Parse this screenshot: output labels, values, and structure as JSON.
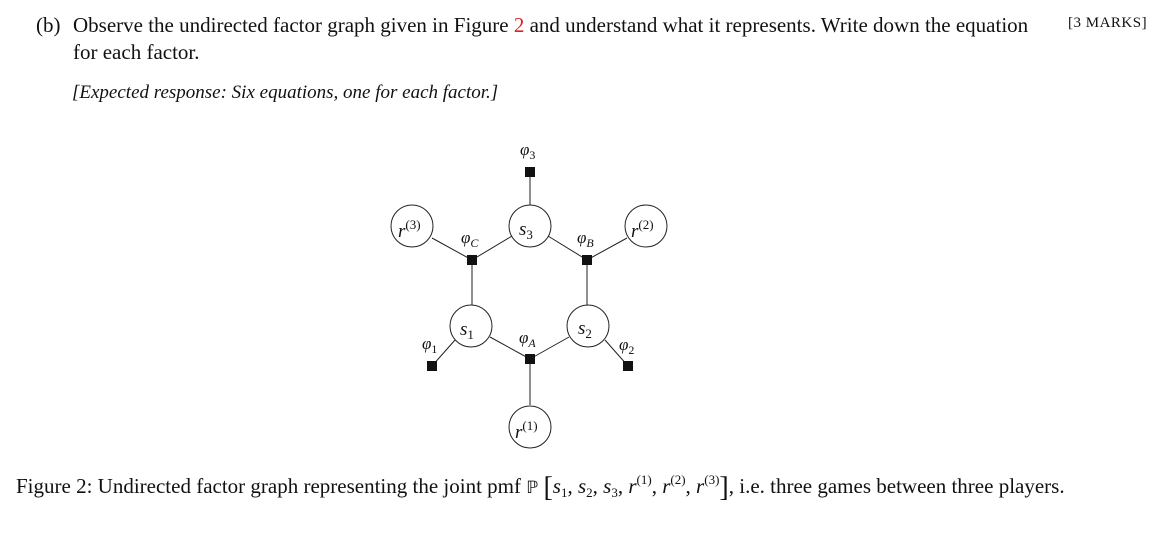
{
  "question": {
    "label": "(b)",
    "text_before": "Observe the undirected factor graph given in Figure ",
    "figure_ref": "2",
    "text_after": " and understand what it represents. Write down the equation for each factor.",
    "marks": "[3 MARKS]",
    "expected": "[Expected response: Six equations, one for each factor.]"
  },
  "graph": {
    "variables": {
      "s1": {
        "base": "s",
        "sub": "1"
      },
      "s2": {
        "base": "s",
        "sub": "2"
      },
      "s3": {
        "base": "s",
        "sub": "3"
      },
      "r1": {
        "base": "r",
        "sup": "(1)"
      },
      "r2": {
        "base": "r",
        "sup": "(2)"
      },
      "r3": {
        "base": "r",
        "sup": "(3)"
      }
    },
    "factors": {
      "f1": {
        "base": "φ",
        "sub": "1"
      },
      "f2": {
        "base": "φ",
        "sub": "2"
      },
      "f3": {
        "base": "φ",
        "sub": "3"
      },
      "fA": {
        "base": "φ",
        "sub": "A"
      },
      "fB": {
        "base": "φ",
        "sub": "B"
      },
      "fC": {
        "base": "φ",
        "sub": "C"
      }
    }
  },
  "caption": {
    "prefix": "Figure 2: Undirected factor graph representing the joint pmf ",
    "pmf_symbol": "ℙ",
    "open_bracket": "[",
    "close_bracket": "]",
    "args": [
      "s",
      "1",
      "s",
      "2",
      "s",
      "3",
      "r",
      "(1)",
      "r",
      "(2)",
      "r",
      "(3)"
    ],
    "comma": ",",
    "suffix": ", i.e. three games between three players."
  }
}
